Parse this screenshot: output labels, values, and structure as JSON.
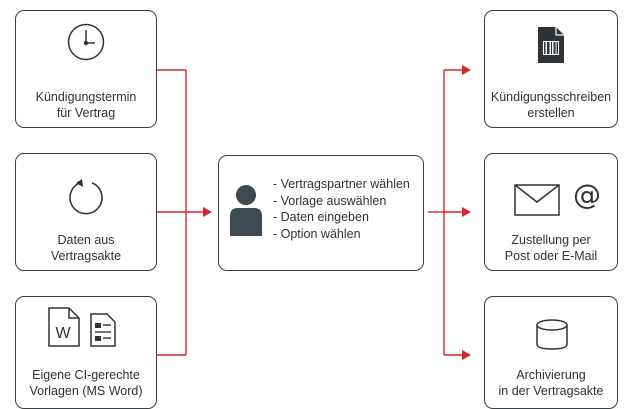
{
  "sources": [
    {
      "id": "termin",
      "icon": "clock-icon",
      "lines": [
        "Kündigungstermin",
        "für Vertrag"
      ]
    },
    {
      "id": "daten",
      "icon": "refresh-circle-icon",
      "lines": [
        "Daten aus",
        "Vertragsakte"
      ]
    },
    {
      "id": "vorlagen",
      "icon": "word-document-icon",
      "icon_letter": "W",
      "lines": [
        "Eigene CI-gerechte",
        "Vorlagen (MS Word)"
      ]
    }
  ],
  "center": {
    "icon": "user-icon",
    "steps": [
      "- Vertragspartner wählen",
      "- Vorlage auswählen",
      "- Daten eingeben",
      "- Option wählen"
    ]
  },
  "outputs": [
    {
      "id": "schreiben",
      "icon": "barcode-document-icon",
      "lines": [
        "Kündigungsschreiben",
        "erstellen"
      ]
    },
    {
      "id": "zustellung",
      "icon": "envelope-icon",
      "icon_extra": "@",
      "lines": [
        "Zustellung per",
        "Post oder E-Mail"
      ]
    },
    {
      "id": "archiv",
      "icon": "database-icon",
      "lines": [
        "Archivierung",
        "in der Vertragsakte"
      ]
    }
  ],
  "colors": {
    "border": "#3a3f44",
    "arrow": "#d7262d",
    "icon": "#2f3336",
    "user": "#3d4a4f"
  }
}
